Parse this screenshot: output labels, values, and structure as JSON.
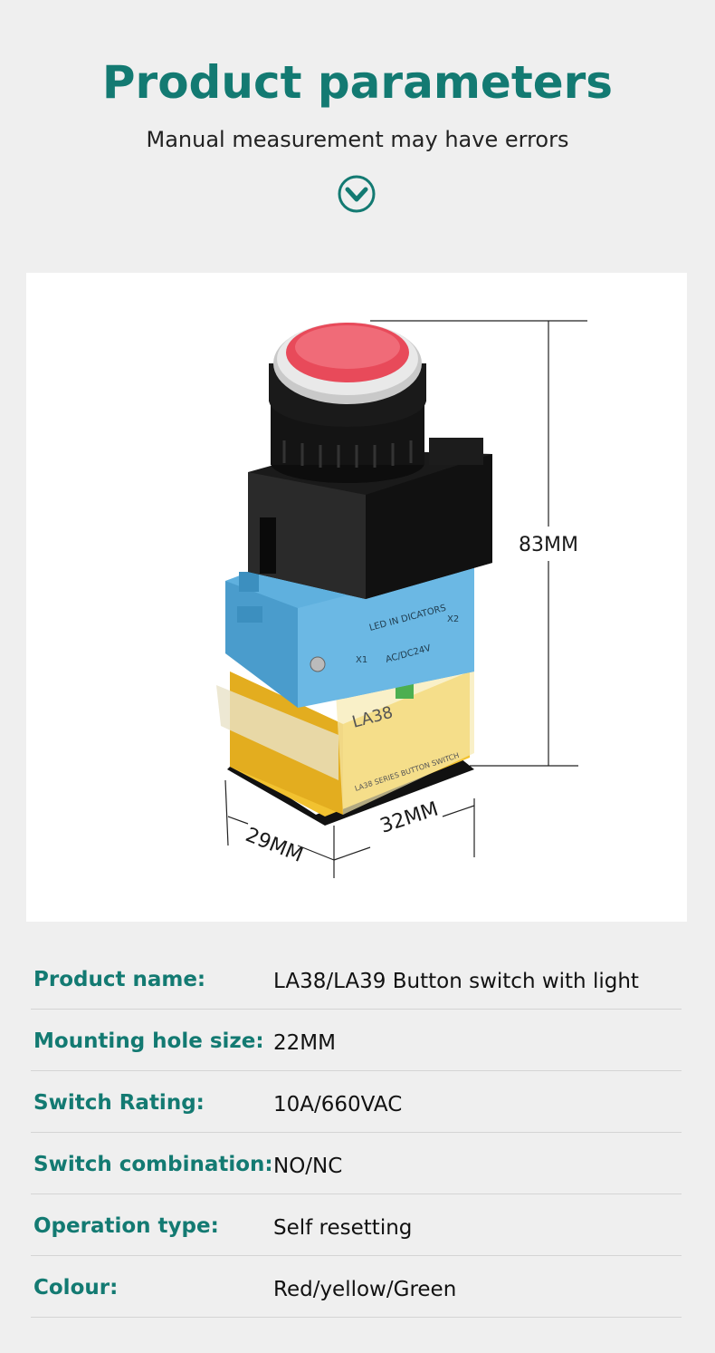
{
  "header": {
    "title": "Product parameters",
    "subtitle": "Manual measurement may have errors"
  },
  "icons": {
    "scroll_down": "chevron-down-circle-icon"
  },
  "product_image": {
    "icon": "push-button-switch-image",
    "dimensions": {
      "height": "83MM",
      "depth": "29MM",
      "width": "32MM"
    },
    "body_text": {
      "model": "LA38",
      "indicator": "LED IN DICATORS",
      "voltage": "AC/DC24V",
      "x1": "X1",
      "x2": "X2",
      "series": "LA38 SERIES BUTTON SWITCH"
    }
  },
  "specs": [
    {
      "label": "Product name:",
      "value": "LA38/LA39 Button switch with light"
    },
    {
      "label": "Mounting hole size:",
      "value": "22MM"
    },
    {
      "label": "Switch Rating:",
      "value": "10A/660VAC"
    },
    {
      "label": "Switch combination:",
      "value": "NO/NC"
    },
    {
      "label": "Operation type:",
      "value": "Self resetting"
    },
    {
      "label": "Colour:",
      "value": "Red/yellow/Green"
    }
  ],
  "colors": {
    "accent": "#137a72",
    "background": "#efefef",
    "button_red": "#e84a5a",
    "body_blue": "#5fb0de",
    "base_yellow": "#f2c230"
  }
}
